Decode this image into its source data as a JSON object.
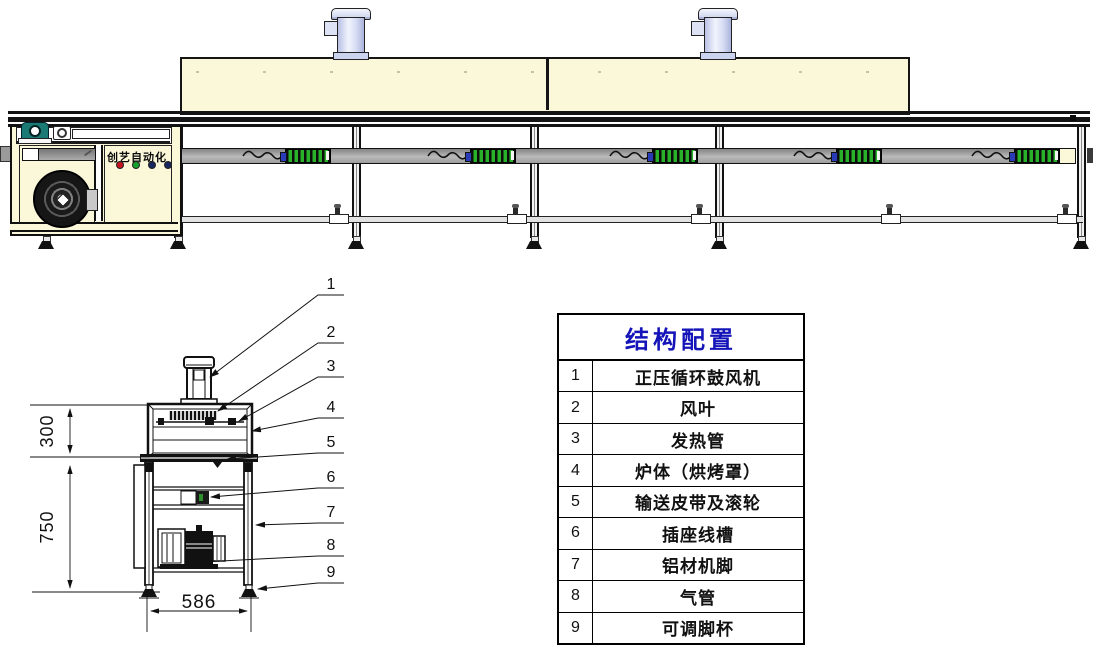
{
  "top_view": {
    "brand_text": "创艺自动化",
    "indicator_colors": [
      "#c41220",
      "#14a02a",
      "#17265e",
      "#17265e"
    ],
    "colors": {
      "hood": "#fbf8da",
      "blower_motor": "#d9def2",
      "cable_trough": "#9e9e9e",
      "socket_green": "#2ab12a",
      "bearing_teal": "#1b7b74"
    }
  },
  "cross_view": {
    "callouts": [
      "1",
      "2",
      "3",
      "4",
      "5",
      "6",
      "7",
      "8",
      "9"
    ],
    "dim_hood_height": "300",
    "dim_frame_height": "750",
    "dim_width": "586"
  },
  "config_table": {
    "title": "结构配置",
    "title_color": "#1414b8",
    "rows": [
      {
        "no": "1",
        "label": "正压循环鼓风机"
      },
      {
        "no": "2",
        "label": "风叶"
      },
      {
        "no": "3",
        "label": "发热管"
      },
      {
        "no": "4",
        "label": "炉体（烘烤罩）"
      },
      {
        "no": "5",
        "label": "输送皮带及滚轮"
      },
      {
        "no": "6",
        "label": "插座线槽"
      },
      {
        "no": "7",
        "label": "铝材机脚"
      },
      {
        "no": "8",
        "label": "气管"
      },
      {
        "no": "9",
        "label": "可调脚杯"
      }
    ]
  }
}
